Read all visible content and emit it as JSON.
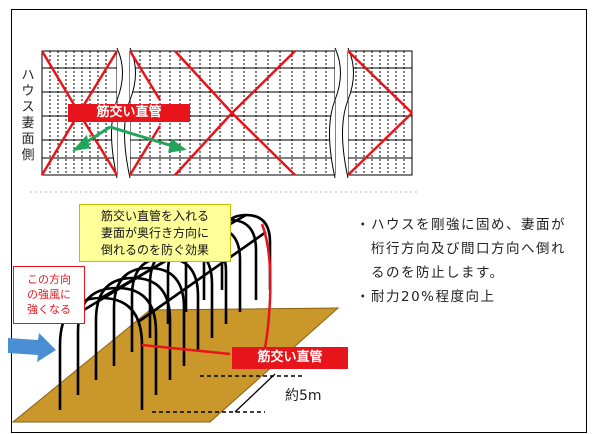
{
  "side_label": [
    "ハ",
    "ウ",
    "ス",
    "妻",
    "面",
    "側"
  ],
  "top_brace_label": "筋交い直管",
  "effect_box": [
    "筋交い直管を入れる",
    "妻面が奥行き方向に",
    "倒れるのを防ぐ効果"
  ],
  "wind_box": [
    "この方向",
    "の強風に",
    "強くなる"
  ],
  "bottom_brace_label": "筋交い直管",
  "distance_label": "約5m",
  "bullets": [
    "・ハウスを剛強に固め、妻面が",
    "　桁行方向及び間口方向へ倒れ",
    "　るのを防止します。",
    "・耐力20%程度向上"
  ],
  "colors": {
    "red": "#e8141b",
    "green": "#22a55a",
    "ground": "#c9972a",
    "yellow": "#ffff99",
    "arrow": "#4a8fd4"
  }
}
